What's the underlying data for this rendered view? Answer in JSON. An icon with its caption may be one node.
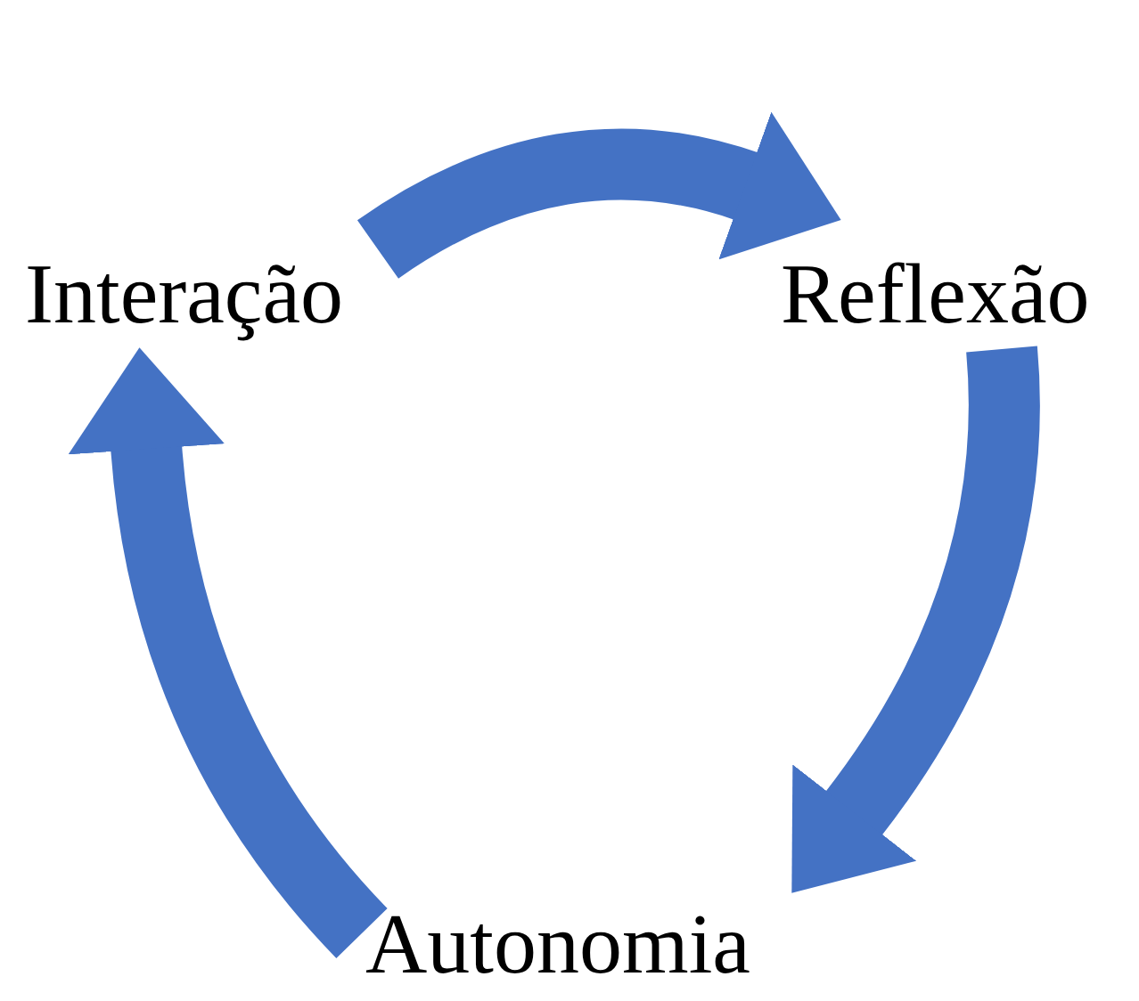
{
  "diagram": {
    "nodes": [
      {
        "text": [
          "Interação"
        ]
      },
      {
        "text": [
          "Reflexão"
        ]
      },
      {
        "text": [
          "Autonomia"
        ]
      }
    ],
    "edges": [
      {
        "from": 0,
        "to": 1,
        "arrow": "to"
      },
      {
        "from": 1,
        "to": 2,
        "arrow": "to"
      },
      {
        "from": 2,
        "to": 0,
        "arrow": "to"
      }
    ]
  }
}
